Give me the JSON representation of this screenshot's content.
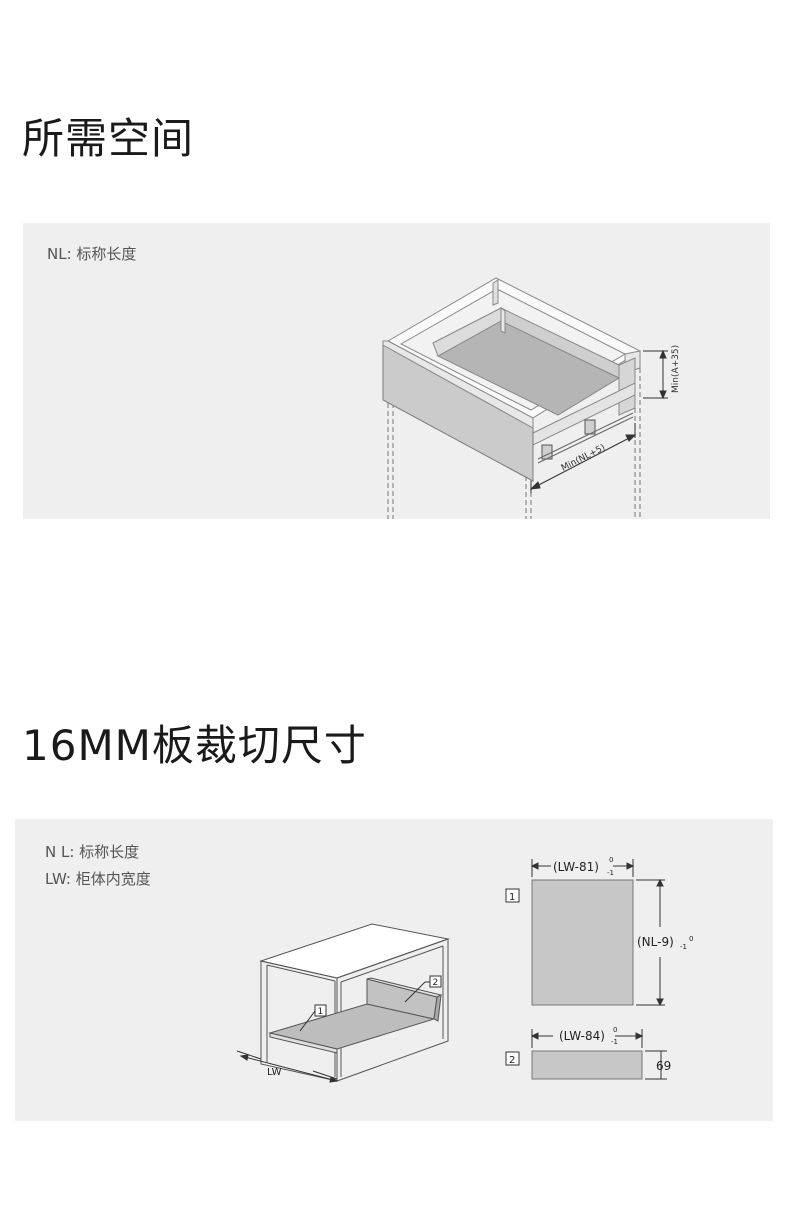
{
  "section1": {
    "title": "所需空间",
    "note": "NL: 标称长度",
    "dim_height": "Min(A+35)",
    "dim_length": "Min(NL+5)"
  },
  "section2": {
    "title": "16MM板裁切尺寸",
    "notes": [
      "N L: 标称长度",
      "LW: 柜体内宽度"
    ],
    "label_1": "1",
    "label_2": "2",
    "lw_label": "LW",
    "panel1_width": "(LW-81)",
    "panel1_width_tol_top": "0",
    "panel1_width_tol_bottom": "-1",
    "panel1_height": "(NL-9)",
    "panel1_height_tol_sub": "-1",
    "panel1_height_tol_sup": "0",
    "panel2_width": "(LW-84)",
    "panel2_width_tol_top": "0",
    "panel2_width_tol_bottom": "-1",
    "panel2_height": "69"
  }
}
